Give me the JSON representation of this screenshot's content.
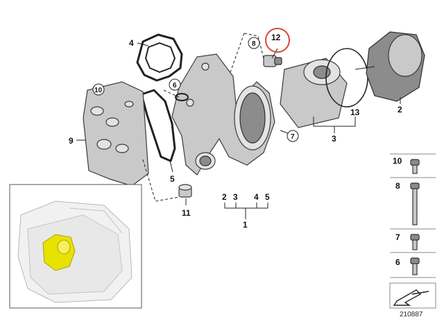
{
  "diagram": {
    "callouts": {
      "c1": "1",
      "c2": "2",
      "c3": "3",
      "c4": "4",
      "c5": "5",
      "c6": "6",
      "c7": "7",
      "c8": "8",
      "c9": "9",
      "c10": "10",
      "c11": "11",
      "c12": "12",
      "c13": "13"
    },
    "tree": {
      "n2": "2",
      "n3": "3",
      "n4": "4",
      "n5": "5",
      "n1": "1"
    },
    "hardware": {
      "h10": "10",
      "h8": "8",
      "h7": "7",
      "h6": "6"
    },
    "highlighted_callout": "12",
    "highlight_color": "#d9463c",
    "engine_highlight_color": "#e8e200",
    "reference_number": "210887"
  }
}
